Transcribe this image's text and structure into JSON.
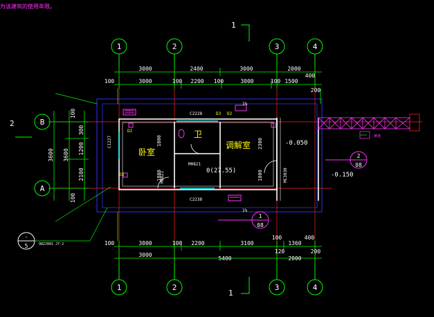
{
  "header_note": "为该建筑的使用年限。",
  "grid": {
    "columns": [
      "1",
      "2",
      "3",
      "4"
    ],
    "rows": [
      "A",
      "B"
    ]
  },
  "section_marks": {
    "top": "1",
    "bottom": "1",
    "left": "2"
  },
  "dims_top": {
    "row1": [
      "3000",
      "2400",
      "3000",
      "2000"
    ],
    "row1_end": "400",
    "row2": [
      "3000",
      "100",
      "2200",
      "100",
      "3000",
      "100",
      "1500"
    ],
    "row2_end": "200",
    "left_offset": "100"
  },
  "dims_bottom": {
    "row1": [
      "3000",
      "100",
      "2200",
      "3100",
      "1360"
    ],
    "row1_small": [
      "100",
      "400"
    ],
    "row1_mid": [
      "120",
      "200"
    ],
    "row2": [
      "3000",
      "5400",
      "2000"
    ],
    "left_offset": "100"
  },
  "dims_left": {
    "outer": "3600",
    "inner": "3600",
    "segments": [
      "300",
      "1200",
      "2100"
    ],
    "ends": [
      "100",
      "100"
    ]
  },
  "rooms": {
    "bedroom": "卧室",
    "control_room": "调解室",
    "toilet": "卫",
    "elevation_main": "0(27.55)",
    "elevation_right_1": "-0.050",
    "elevation_right_2": "-0.150"
  },
  "labels": {
    "door_m0821_a": "M0821",
    "door_m0821_b": "M0821",
    "door_mc3030": "MC3030",
    "win_c2228": "C2228",
    "win_c2238": "C2238",
    "win_c1227": "C1227",
    "dim_1800_a": "1800",
    "dim_1800_b": "1800",
    "dim_2300": "2300",
    "dim_1800_c": "1800",
    "slope_top": "1%",
    "slope_bottom": "1%",
    "d1": "D2",
    "d2": "D2",
    "d3": "D3",
    "d4": "D2",
    "misc_right": "坡道"
  },
  "detail_callouts": [
    {
      "num": "2",
      "sheet": "08"
    },
    {
      "num": "1",
      "sheet": "08"
    },
    {
      "num": "-",
      "sheet": "5"
    }
  ],
  "annotation_ref": "98ZJ001 J7-2",
  "colors": {
    "background": "#000000",
    "grid": "#00ff00",
    "axis_line": "#ff2020",
    "wall": "#ffffff",
    "outline": "#3030ff",
    "text_dim": "#ffffff",
    "text_room": "#ffff00",
    "accent": "#ff33ff",
    "window": "#00ffff"
  }
}
